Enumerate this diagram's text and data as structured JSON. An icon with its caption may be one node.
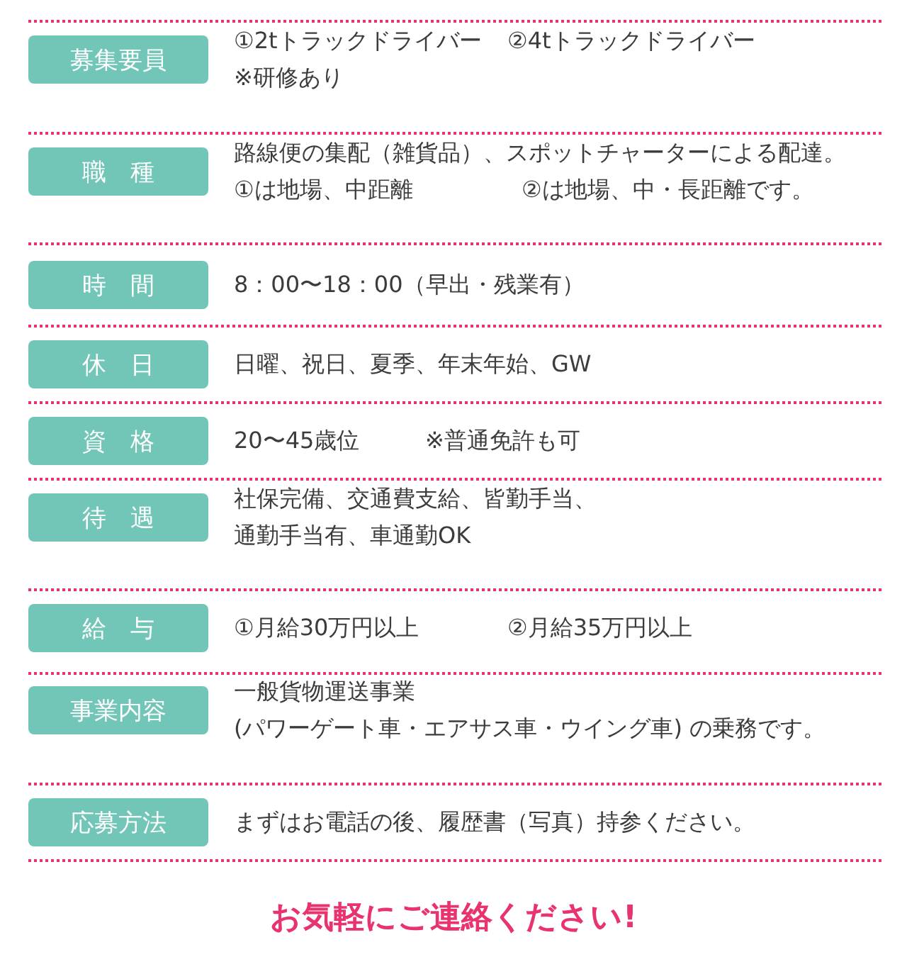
{
  "diagram": {
    "nodes": [
      {
        "text": [
          "募集要員"
        ],
        "beside": [
          "①2tトラックドライバー",
          "②4tトラックドライバー",
          "※研修あり"
        ]
      },
      {
        "text": [
          "職種"
        ],
        "beside": [
          "路線便の集配（雑貨品）、スポットチャーターによる配達。",
          "①は地場、中距離",
          "②は地場、中・長距離です。"
        ]
      },
      {
        "text": [
          "時間"
        ],
        "beside": [
          "8：00〜18：00（早出・残業有）"
        ]
      },
      {
        "text": [
          "休日"
        ],
        "beside": [
          "日曜、祝日、夏季、年末年始、GW"
        ]
      },
      {
        "text": [
          "資格"
        ],
        "beside": [
          "20〜45歳位",
          "※普通免許も可"
        ]
      },
      {
        "text": [
          "待遇"
        ],
        "beside": [
          "社保完備、交通費支給、皆勤手当、",
          "通勤手当有、車通勤OK"
        ]
      },
      {
        "text": [
          "給与"
        ],
        "beside": [
          "①月給30万円以上",
          "②月給35万円以上"
        ]
      },
      {
        "text": [
          "事業内容"
        ],
        "beside": [
          "一般貨物運送事業",
          "(パワーゲート車・エアサス車・ウイング車) の乗務です。"
        ]
      },
      {
        "text": [
          "応募方法"
        ],
        "beside": [
          "まずはお電話の後、履歴書（写真）持参ください。"
        ]
      }
    ],
    "labels": [
      "お気軽にご連絡ください!"
    ]
  }
}
